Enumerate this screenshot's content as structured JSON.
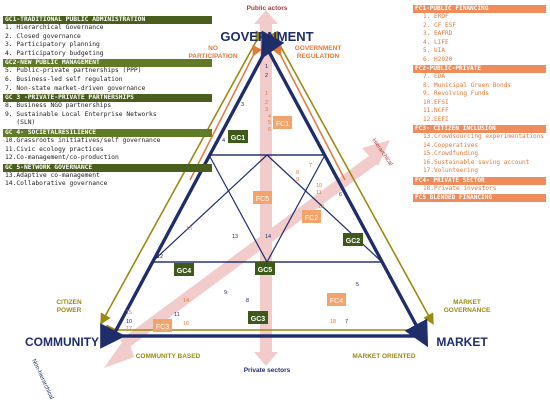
{
  "colors": {
    "navy": "#1f2d6b",
    "olive": "#9a8a12",
    "orange": "#e07a3a",
    "gc_box": "#3e5a1a",
    "fc_box": "#f3a36c",
    "pink_arrow": "#f2cbcb",
    "legend_gc_header": "#4a5e1e",
    "legend_fc_header": "#ef8c5c"
  },
  "corners": {
    "government": "GOVERNMENT",
    "community": "COMMUNITY",
    "market": "MARKET"
  },
  "side_labels": {
    "no_participation": "NO\nPARTICIPATION",
    "government_regulation": "GOVERNMENT\nREGULATION",
    "citizen_power": "CITIZEN\nPOWER",
    "market_governance": "MARKET\nGOVERNANCE",
    "community_based": "COMMUNITY BASED",
    "market_oriented": "MARKET ORIENTED"
  },
  "axes": {
    "public_actors": "Public actors",
    "private_sectors": "Private sectors",
    "hierarchical": "Hierarchical",
    "non_hierarchical": "Non-hierarchical"
  },
  "boxes": {
    "gc1": "GC1",
    "gc2": "GC2",
    "gc3": "GC3",
    "gc4": "GC4",
    "gc5": "GC5",
    "fc1": "FC1",
    "fc2": "FC2",
    "fc3": "FC3",
    "fc4": "FC4",
    "fc5": "FC5"
  },
  "gc_legend": [
    {
      "header": "GC1-TRADITIONAL PUBLIC ADMINISTRATION",
      "items": [
        "1. Hierarchical Governance",
        "2. Closed governance",
        "3. Participatory planning",
        "4. Participatory budgeting"
      ]
    },
    {
      "header": "GC2-NEW PUBLIC MANAGEMENT",
      "items": [
        "5. Public-private partnerships (PPP)",
        "6. Business-led self regulation",
        "7. Non-state market-driven governance"
      ]
    },
    {
      "header": "GC 3 -PRIVATE-PRIVATE PARTNERSHIPS",
      "items": [
        "8. Business NGO partnerships",
        "9. Sustainable Local Enterprise Networks\n   (SLN)"
      ]
    },
    {
      "header": "GC 4- SOCIETALRESILIENCE",
      "items": [
        "10.Grassroots initiatives/self governance",
        "11.Civic ecology practices",
        "12.Co-management/co-production"
      ]
    },
    {
      "header": "GC 5-NETWORK GOVERNANCE",
      "items": [
        "13.Adaptive co-management",
        "14.Collaborative governance"
      ]
    }
  ],
  "fc_legend": [
    {
      "header": "FC1-PUBLIC FINANCING",
      "items": [
        "1. ERDF",
        "2. CF ESF",
        "3. EAFRD",
        "4. LIFE",
        "5. UIA",
        "6. H2020"
      ]
    },
    {
      "header": "FC2-PUBLIC-PRIVATE",
      "items": [
        "7. EDA",
        "8. Municipal Green Bonds",
        "9. Revolving Funds",
        "10.EFSI",
        "11.NCFF",
        "12.EEFI"
      ]
    },
    {
      "header": "FC3- CITIZEN INCLUSION",
      "items": [
        "13.Crowdsourcing experimentations",
        "14.Cooperatives",
        "15.Crowdfunding",
        "16.Sustainable saving account",
        "17.Volunteering"
      ]
    },
    {
      "header": "FC4- PRIVATE SECTOR",
      "items": [
        "18.Private investors"
      ]
    },
    {
      "header": "FC5 BLENDED FINANCING",
      "items": []
    }
  ],
  "gc_numbers": [
    "1",
    "2",
    "3",
    "4",
    "5",
    "6",
    "7",
    "8",
    "9",
    "10",
    "11",
    "12",
    "13",
    "14"
  ],
  "fc_numbers": [
    "1",
    "2",
    "3",
    "4",
    "5",
    "6",
    "7",
    "8",
    "9",
    "10",
    "11",
    "12",
    "13",
    "14",
    "15",
    "16",
    "17",
    "18"
  ]
}
